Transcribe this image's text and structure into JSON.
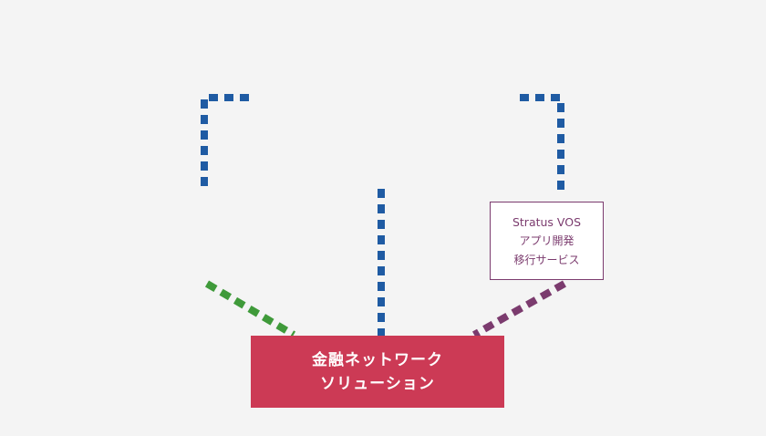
{
  "main_box": {
    "line1": "金融ネットワーク",
    "line2": "ソリューション"
  },
  "sub_box": {
    "line1": "Stratus VOS",
    "line2": "アプリ開発",
    "line3": "移行サービス"
  },
  "colors": {
    "background": "#f4f4f4",
    "main_box": "#cc3a55",
    "blue_connector": "#1f5ba3",
    "green_connector": "#3f9a3a",
    "purple_connector": "#7b3b6e",
    "sub_box_border": "#7b3b6e"
  }
}
